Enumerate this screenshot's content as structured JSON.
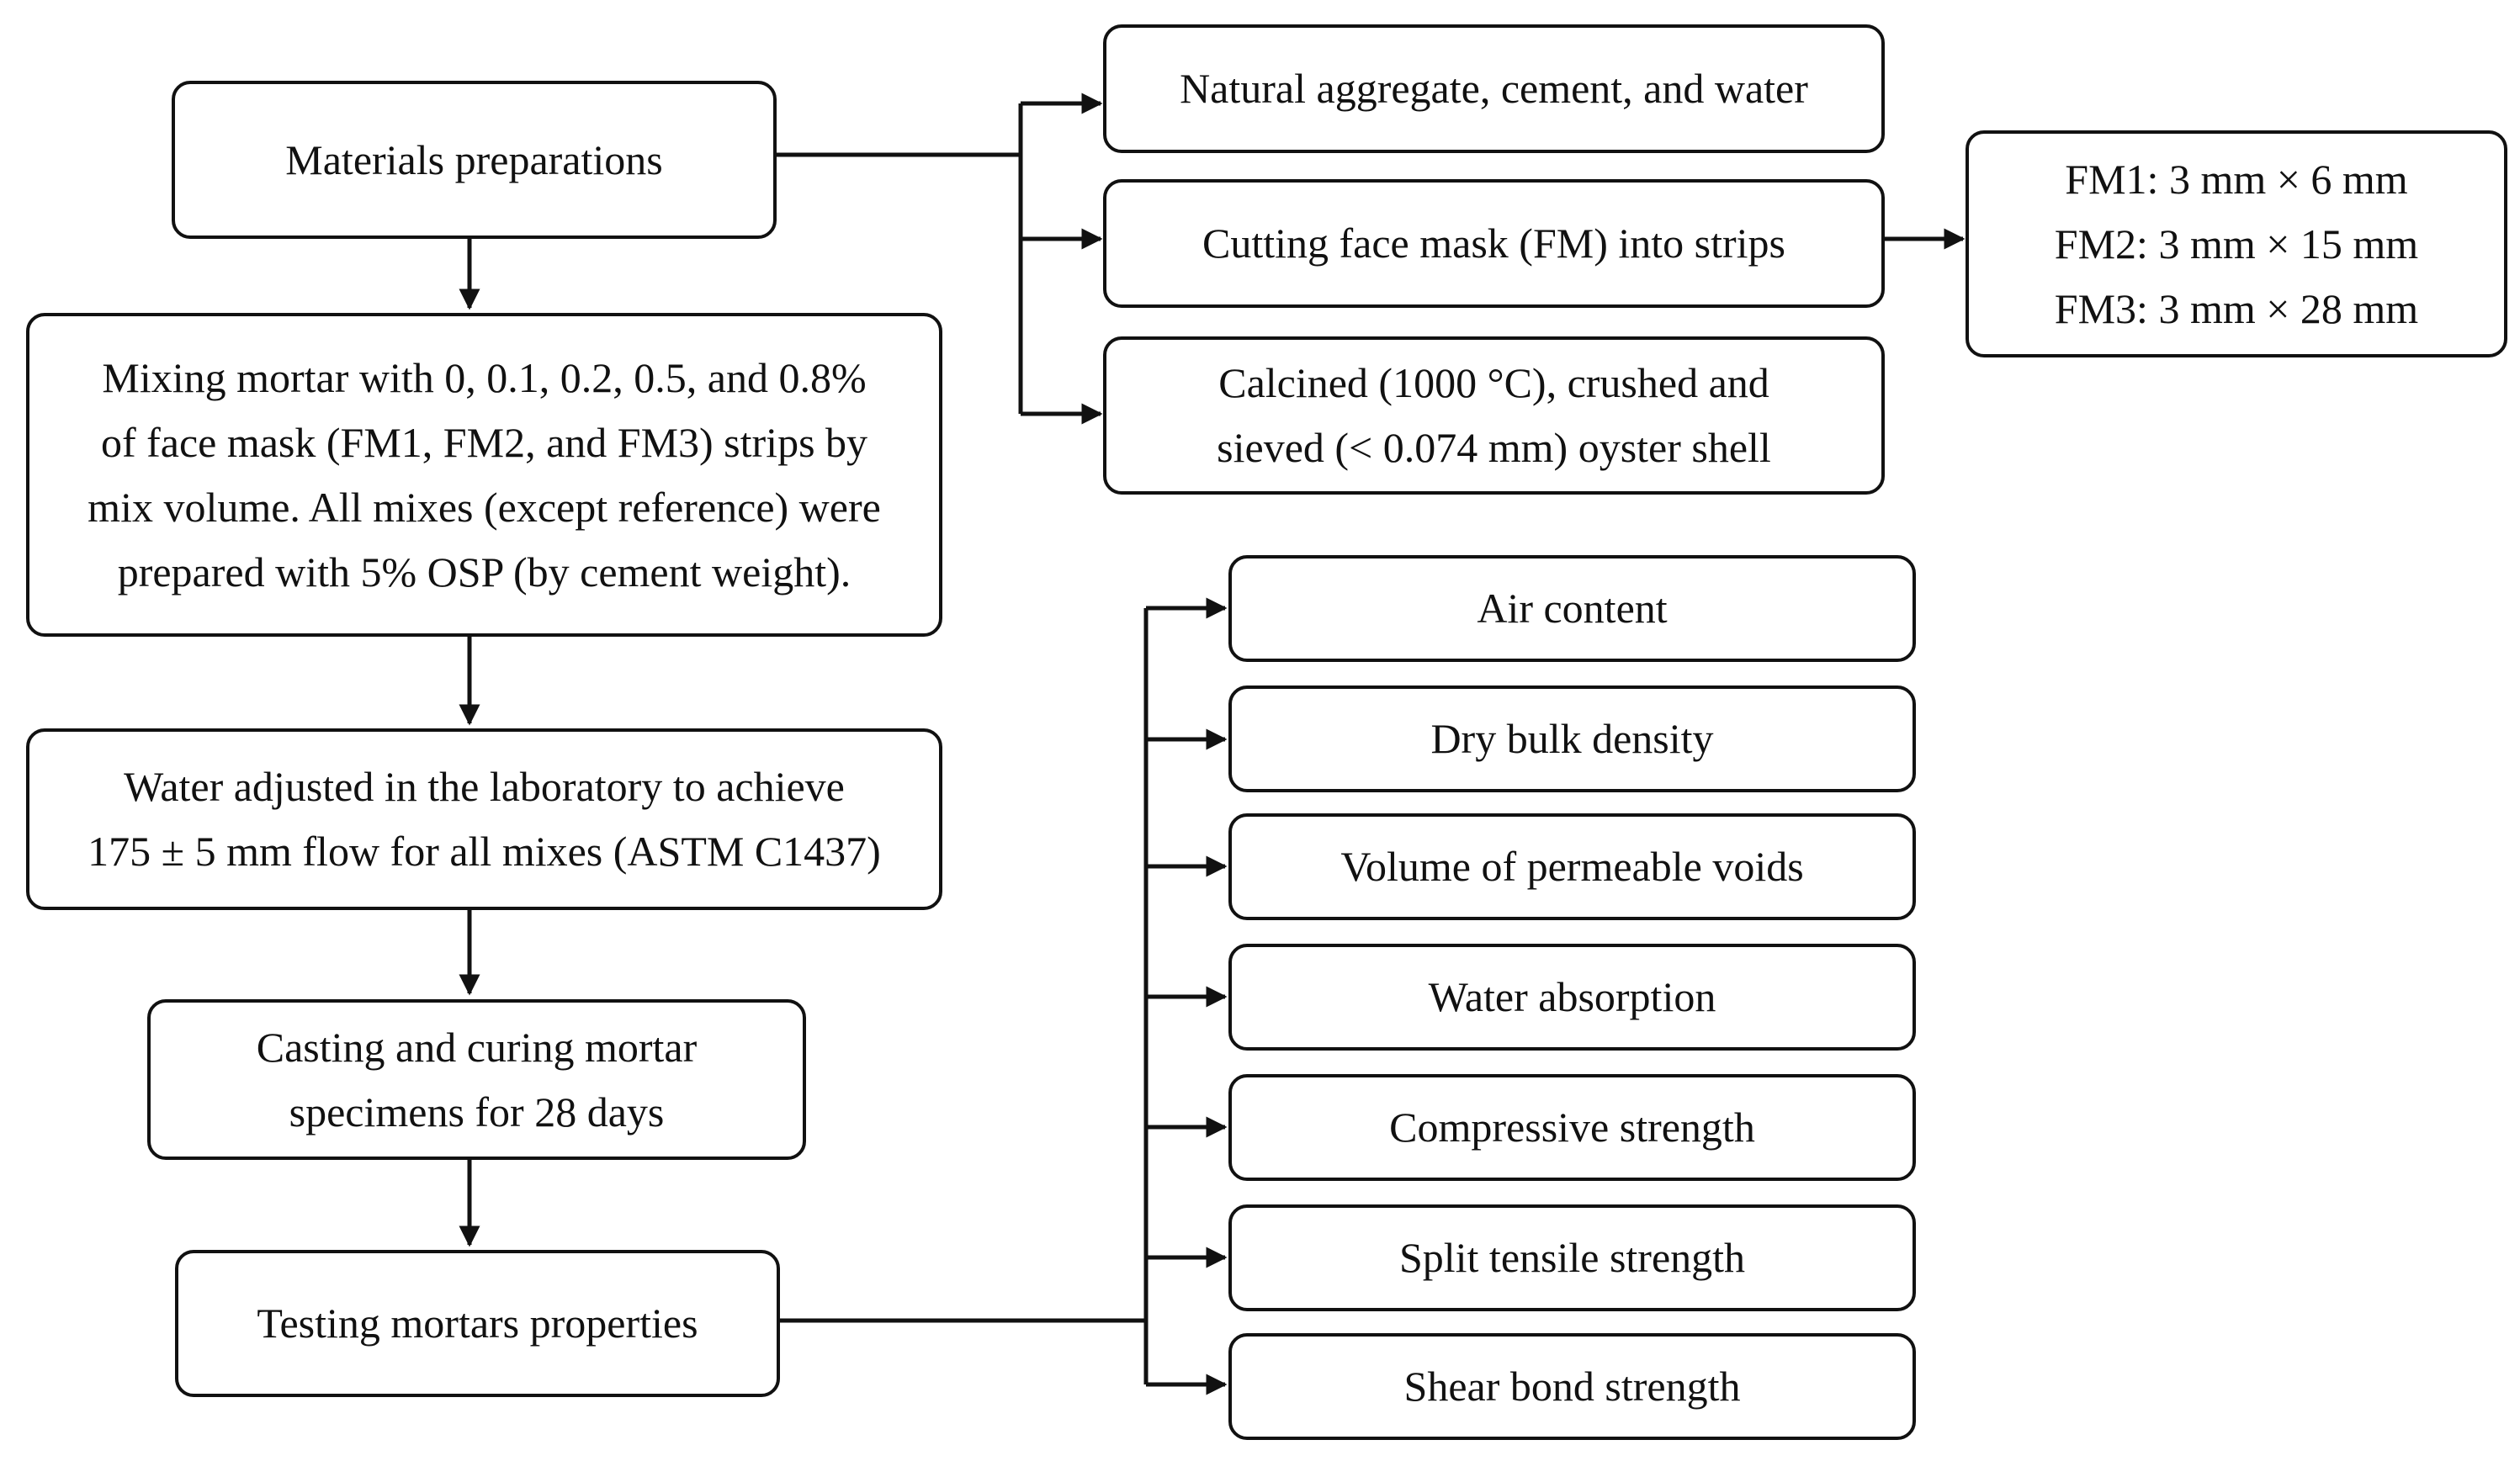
{
  "main_flow": {
    "materials": "Materials preparations",
    "mixing": [
      "Mixing mortar with 0, 0.1, 0.2, 0.5, and 0.8%",
      "of face mask (FM1, FM2, and FM3) strips by",
      "mix volume. All mixes (except reference) were",
      "prepared with 5% OSP (by cement weight)."
    ],
    "water": [
      "Water adjusted in the laboratory to achieve",
      "175 ± 5 mm flow for all mixes (ASTM C1437)"
    ],
    "casting": [
      "Casting and curing mortar",
      "specimens for 28 days"
    ],
    "testing": "Testing mortars properties"
  },
  "materials_branch": {
    "natural": "Natural aggregate, cement, and water",
    "cutting": "Cutting face mask (FM) into strips",
    "calcined": [
      "Calcined (1000 °C), crushed and",
      "sieved (< 0.074 mm) oyster shell"
    ]
  },
  "fm_sizes": [
    "FM1: 3 mm × 6 mm",
    "FM2: 3 mm × 15 mm",
    "FM3: 3 mm × 28 mm"
  ],
  "properties": [
    "Air content",
    "Dry bulk density",
    "Volume of permeable voids",
    "Water absorption",
    "Compressive strength",
    "Split tensile strength",
    "Shear bond strength"
  ]
}
